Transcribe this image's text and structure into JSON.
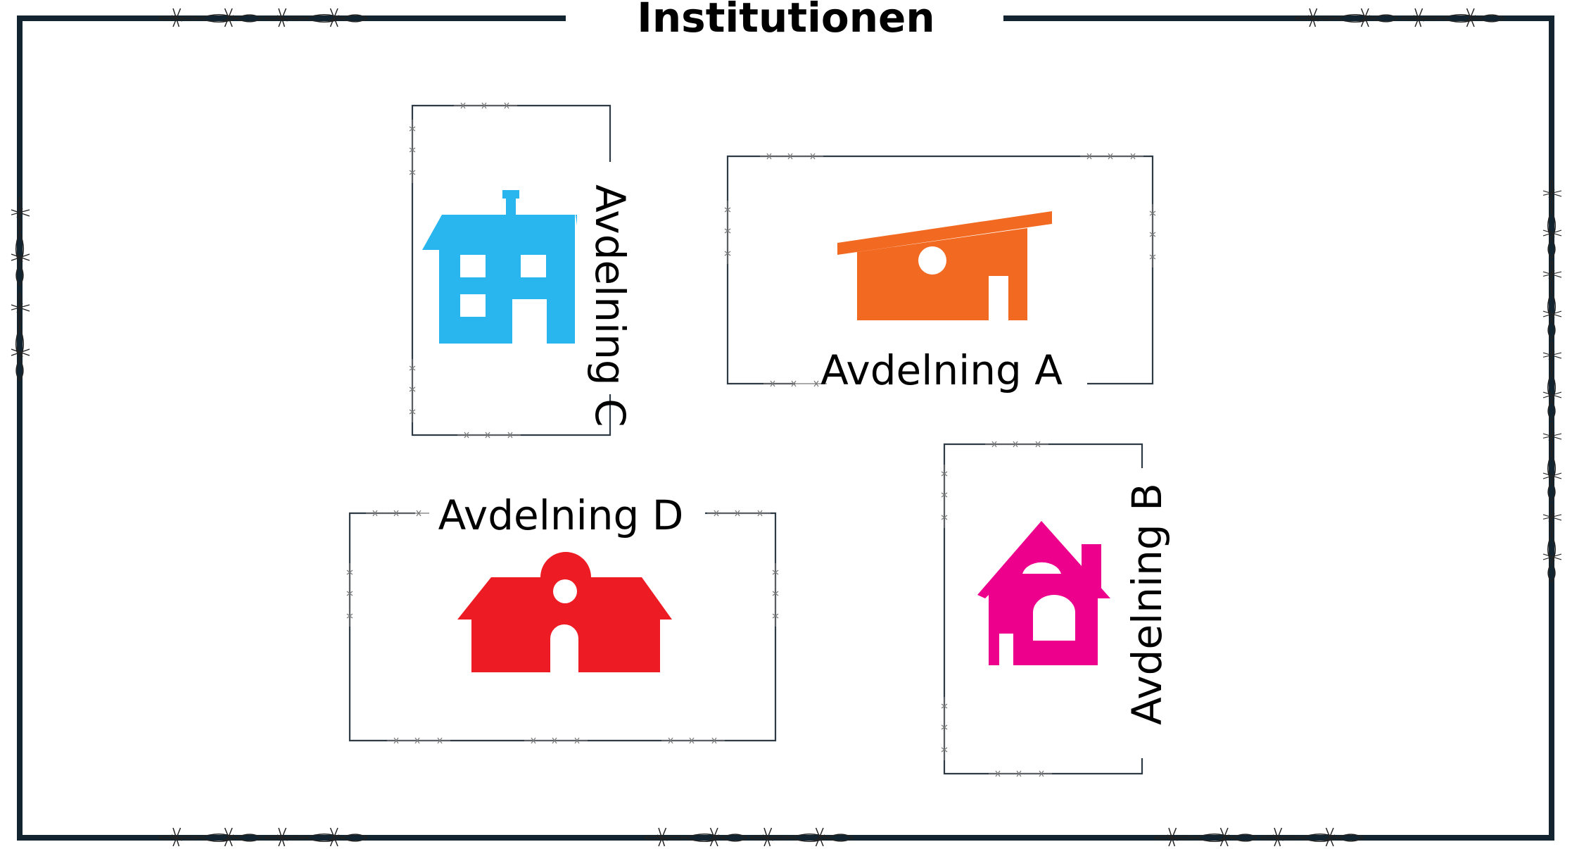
{
  "title": "Institutionen",
  "departments": [
    {
      "id": "a",
      "label": "Avdelning A",
      "color": "#f26a21",
      "icon": "house-slanted-roof-icon"
    },
    {
      "id": "b",
      "label": "Avdelning B",
      "color": "#ec008c",
      "icon": "house-gabled-chimney-icon"
    },
    {
      "id": "c",
      "label": "Avdelning C",
      "color": "#29b6ee",
      "icon": "building-multistory-icon"
    },
    {
      "id": "d",
      "label": "Avdelning D",
      "color": "#ed1c24",
      "icon": "house-round-window-icon"
    }
  ],
  "fence": {
    "color": "#12242f",
    "icon": "barbed-wire-icon"
  }
}
